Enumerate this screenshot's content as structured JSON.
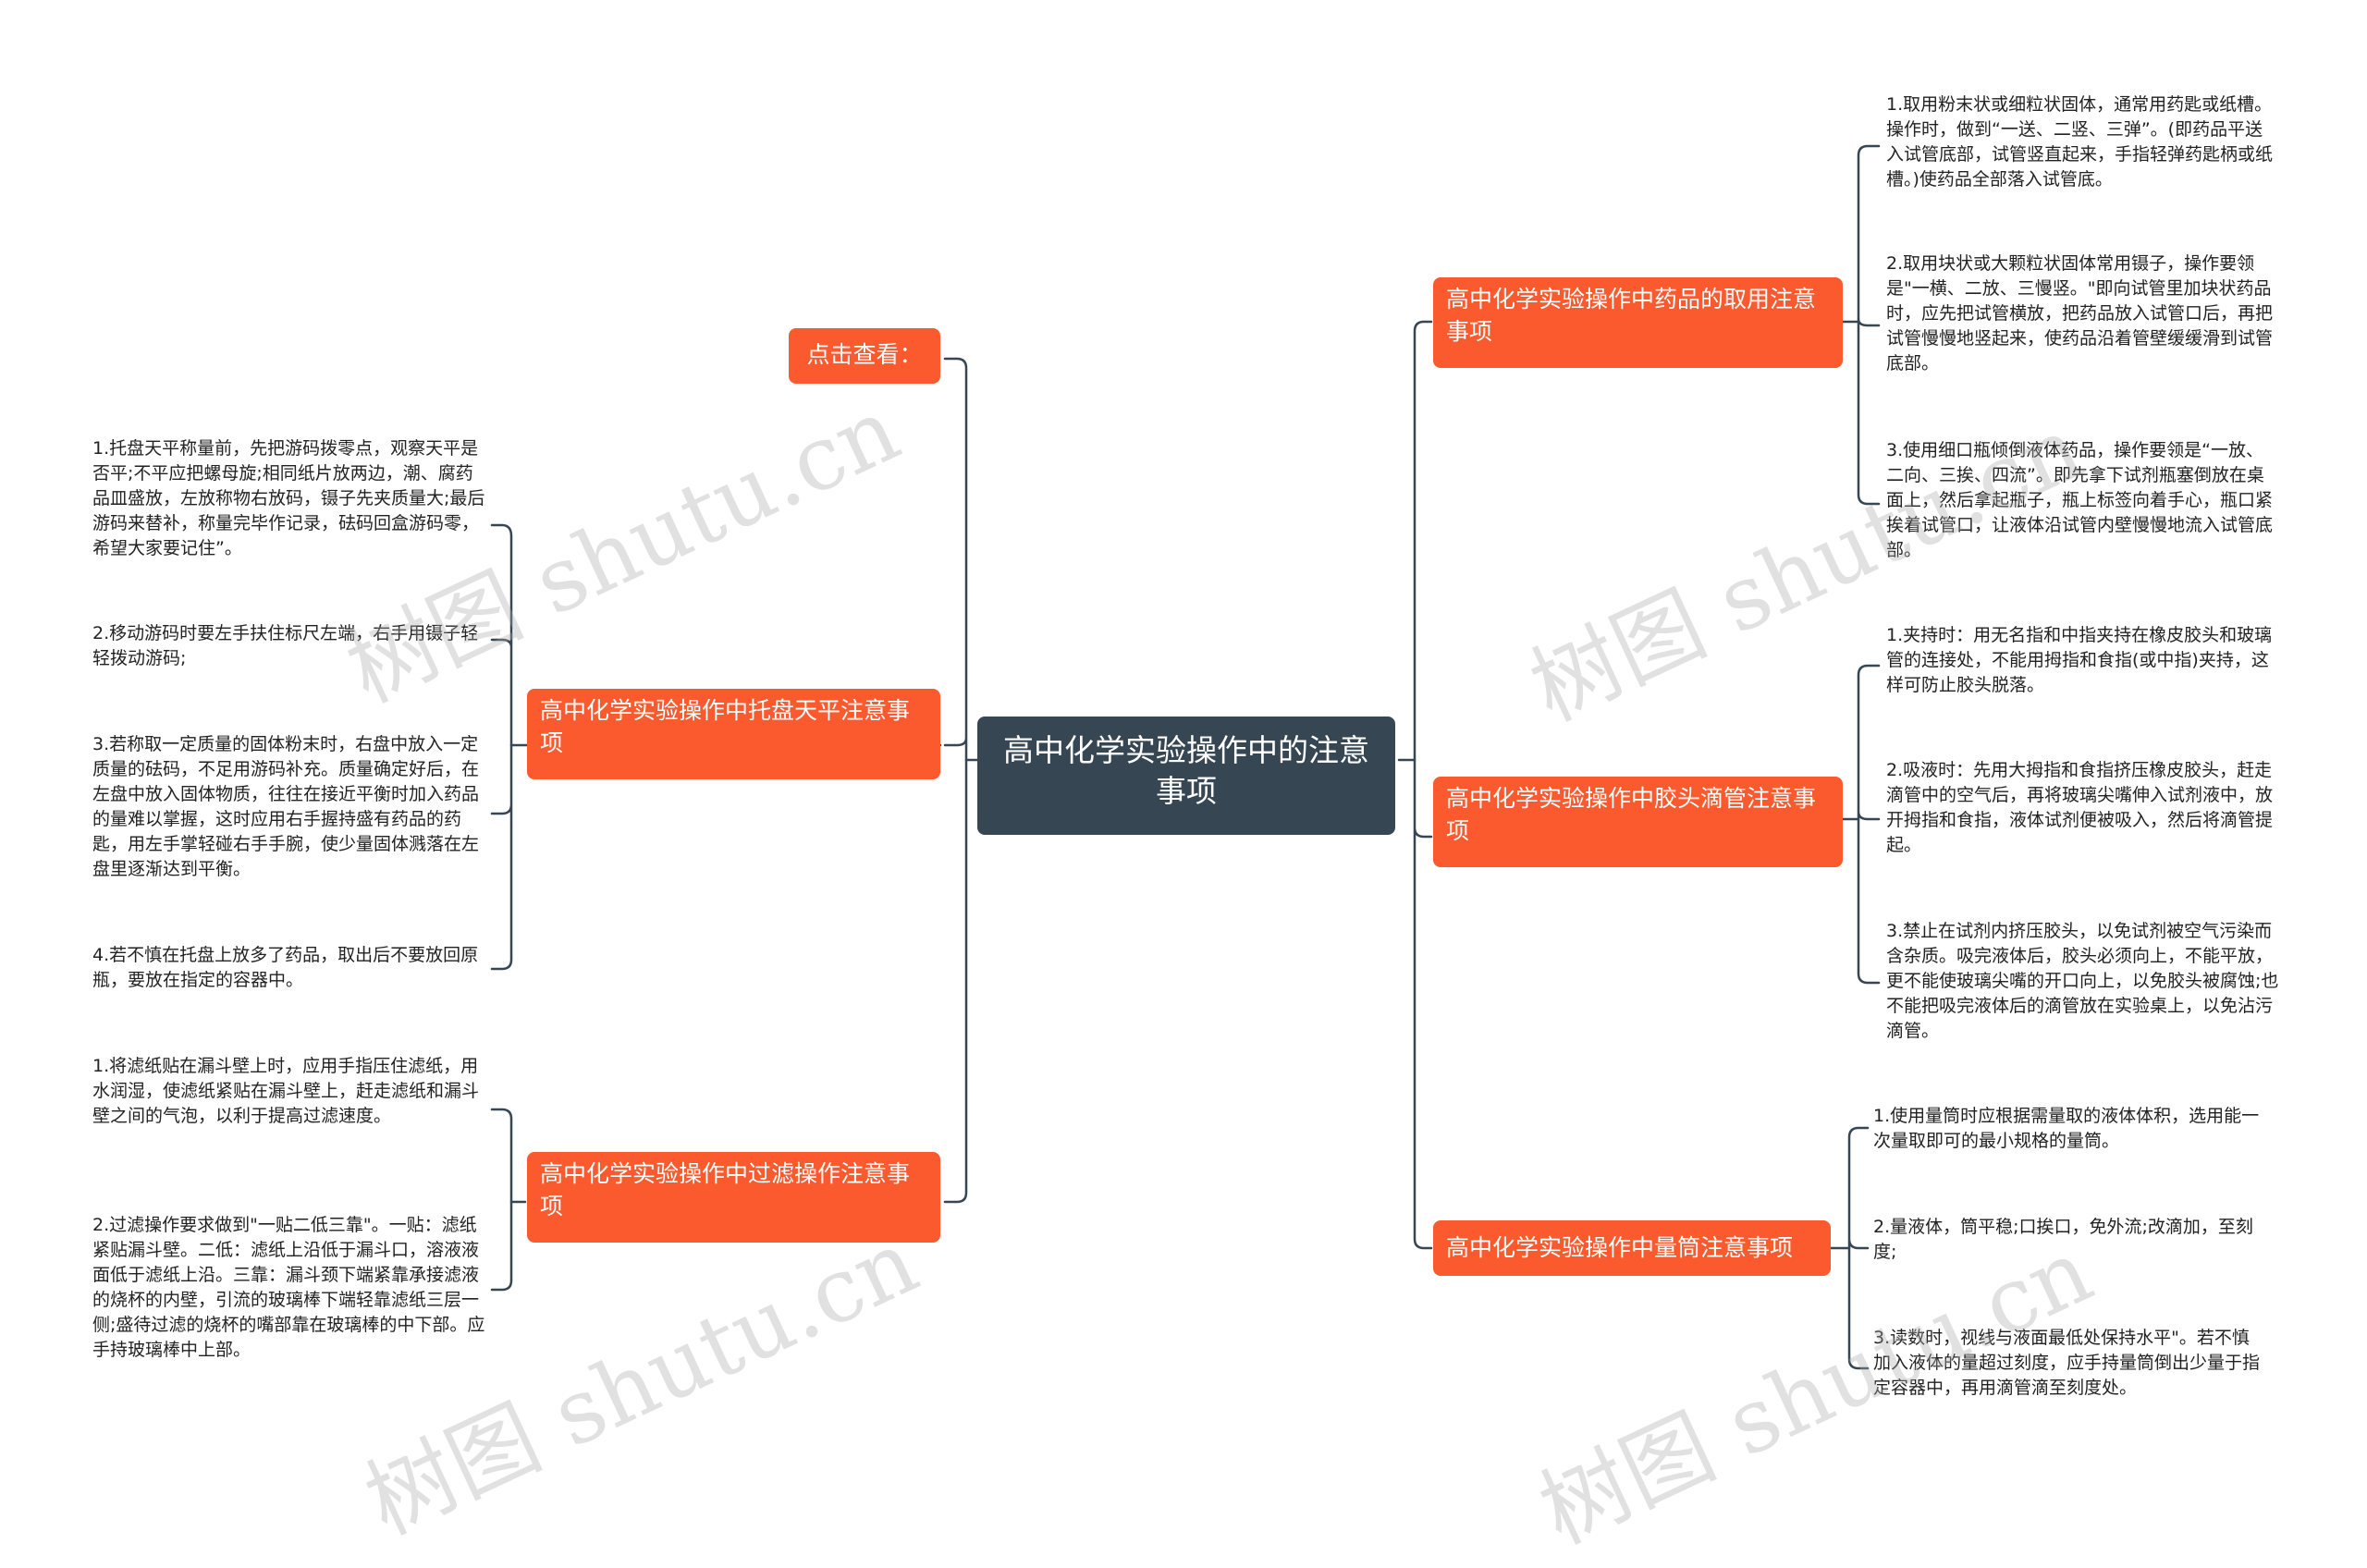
{
  "root": {
    "title": "高中化学实验操作中的注意事项"
  },
  "colors": {
    "root": "#364652",
    "branch": "#fa5a2e",
    "line": "#364652",
    "leaf_text": "#222222"
  },
  "watermark": "树图 shutu.cn",
  "branches": {
    "click_view": {
      "label": "点击查看："
    },
    "balance": {
      "label": "高中化学实验操作中托盘天平注意事项",
      "leaves": [
        "1.托盘天平称量前，先把游码拨零点，观察天平是否平;不平应把螺母旋;相同纸片放两边，潮、腐药品皿盛放，左放称物右放码，镊子先夹质量大;最后游码来替补，称量完毕作记录，砝码回盒游码零，希望大家要记住”。",
        "2.移动游码时要左手扶住标尺左端，右手用镊子轻轻拨动游码;",
        "3.若称取一定质量的固体粉末时，右盘中放入一定质量的砝码，不足用游码补充。质量确定好后，在左盘中放入固体物质，往往在接近平衡时加入药品的量难以掌握，这时应用右手握持盛有药品的药匙，用左手掌轻碰右手手腕，使少量固体溅落在左盘里逐渐达到平衡。",
        "4.若不慎在托盘上放多了药品，取出后不要放回原瓶，要放在指定的容器中。"
      ]
    },
    "filter": {
      "label": "高中化学实验操作中过滤操作注意事项",
      "leaves": [
        "1.将滤纸贴在漏斗壁上时，应用手指压住滤纸，用水润湿，使滤纸紧贴在漏斗壁上，赶走滤纸和漏斗壁之间的气泡，以利于提高过滤速度。",
        "2.过滤操作要求做到\"一贴二低三靠\"。一贴：滤纸紧贴漏斗壁。二低：滤纸上沿低于漏斗口，溶液液面低于滤纸上沿。三靠：漏斗颈下端紧靠承接滤液的烧杯的内壁，引流的玻璃棒下端轻靠滤纸三层一侧;盛待过滤的烧杯的嘴部靠在玻璃棒的中下部。应手持玻璃棒中上部。"
      ]
    },
    "reagent": {
      "label": "高中化学实验操作中药品的取用注意事项",
      "leaves": [
        "1.取用粉末状或细粒状固体，通常用药匙或纸槽。操作时，做到“一送、二竖、三弹”。(即药品平送入试管底部，试管竖直起来，手指轻弹药匙柄或纸槽。)使药品全部落入试管底。",
        "2.取用块状或大颗粒状固体常用镊子，操作要领是\"一横、二放、三慢竖。\"即向试管里加块状药品时，应先把试管横放，把药品放入试管口后，再把试管慢慢地竖起来，使药品沿着管壁缓缓滑到试管底部。",
        "3.使用细口瓶倾倒液体药品，操作要领是“一放、二向、三挨、四流”。即先拿下试剂瓶塞倒放在桌面上，然后拿起瓶子，瓶上标签向着手心，瓶口紧挨着试管口，让液体沿试管内壁慢慢地流入试管底部。"
      ]
    },
    "dropper": {
      "label": "高中化学实验操作中胶头滴管注意事项",
      "leaves": [
        "1.夹持时：用无名指和中指夹持在橡皮胶头和玻璃管的连接处，不能用拇指和食指(或中指)夹持，这样可防止胶头脱落。",
        "2.吸液时：先用大拇指和食指挤压橡皮胶头，赶走滴管中的空气后，再将玻璃尖嘴伸入试剂液中，放开拇指和食指，液体试剂便被吸入，然后将滴管提起。",
        "3.禁止在试剂内挤压胶头，以免试剂被空气污染而含杂质。吸完液体后，胶头必须向上，不能平放，更不能使玻璃尖嘴的开口向上，以免胶头被腐蚀;也不能把吸完液体后的滴管放在实验桌上，以免沾污滴管。"
      ]
    },
    "cylinder": {
      "label": "高中化学实验操作中量筒注意事项",
      "leaves": [
        "1.使用量筒时应根据需量取的液体体积，选用能一次量取即可的最小规格的量筒。",
        "2.量液体，筒平稳;口挨口，免外流;改滴加，至刻度;",
        "3.读数时，视线与液面最低处保持水平\"。若不慎加入液体的量超过刻度，应手持量筒倒出少量于指定容器中，再用滴管滴至刻度处。"
      ]
    }
  }
}
